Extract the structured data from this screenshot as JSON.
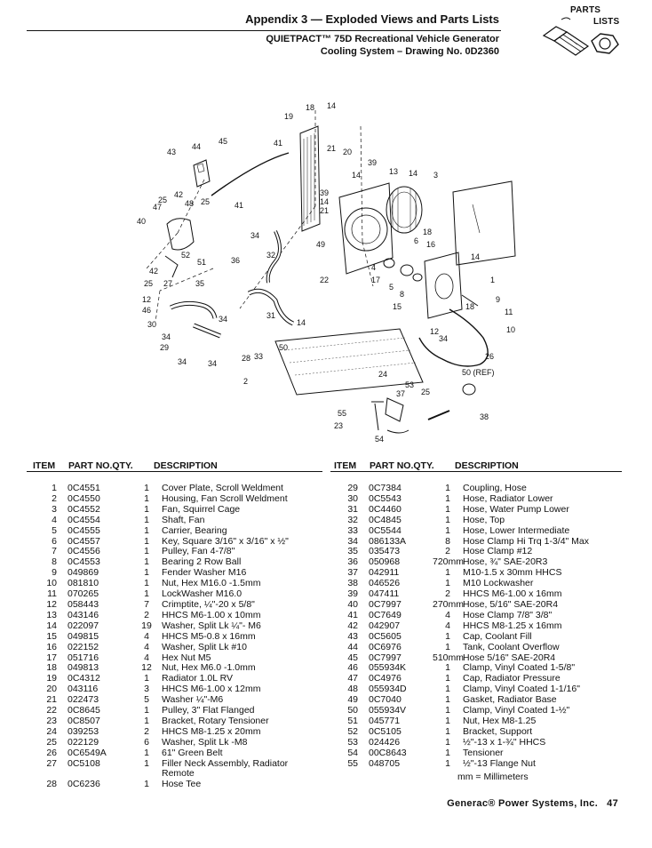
{
  "header": {
    "title": "Appendix 3 — Exploded Views and Parts Lists",
    "subtitle_line1": "QUIETPACT™ 75D Recreational Vehicle Generator",
    "subtitle_line2": "Cooling System – Drawing No. 0D2360"
  },
  "logo": {
    "line1": "PARTS",
    "line2": "LISTS"
  },
  "columns": {
    "item": "ITEM",
    "part_qty": "PART NO.QTY.",
    "description": "DESCRIPTION"
  },
  "parts_left": [
    {
      "item": "1",
      "part": "0C4551",
      "qty": "1",
      "desc": "Cover Plate, Scroll Weldment"
    },
    {
      "item": "2",
      "part": "0C4550",
      "qty": "1",
      "desc": "Housing, Fan Scroll Weldment"
    },
    {
      "item": "3",
      "part": "0C4552",
      "qty": "1",
      "desc": "Fan, Squirrel Cage"
    },
    {
      "item": "4",
      "part": "0C4554",
      "qty": "1",
      "desc": "Shaft, Fan"
    },
    {
      "item": "5",
      "part": "0C4555",
      "qty": "1",
      "desc": "Carrier, Bearing"
    },
    {
      "item": "6",
      "part": "0C4557",
      "qty": "1",
      "desc": "Key, Square 3/16\" x 3/16\" x ½\""
    },
    {
      "item": "7",
      "part": "0C4556",
      "qty": "1",
      "desc": "Pulley, Fan 4-7/8\""
    },
    {
      "item": "8",
      "part": "0C4553",
      "qty": "1",
      "desc": "Bearing 2 Row Ball"
    },
    {
      "item": "9",
      "part": "049869",
      "qty": "1",
      "desc": "Fender Washer M16"
    },
    {
      "item": "10",
      "part": "081810",
      "qty": "1",
      "desc": "Nut, Hex M16.0 -1.5mm"
    },
    {
      "item": "11",
      "part": "070265",
      "qty": "1",
      "desc": "LockWasher M16.0"
    },
    {
      "item": "12",
      "part": "058443",
      "qty": "7",
      "desc": "Crimptite, ¼\"-20 x 5/8\""
    },
    {
      "item": "13",
      "part": "043146",
      "qty": "2",
      "desc": "HHCS M6-1.00 x 10mm"
    },
    {
      "item": "14",
      "part": "022097",
      "qty": "19",
      "desc": "Washer, Split Lk ¼\"- M6"
    },
    {
      "item": "15",
      "part": "049815",
      "qty": "4",
      "desc": "HHCS M5-0.8 x 16mm"
    },
    {
      "item": "16",
      "part": "022152",
      "qty": "4",
      "desc": "Washer, Split Lk #10"
    },
    {
      "item": "17",
      "part": "051716",
      "qty": "4",
      "desc": "Hex Nut M5"
    },
    {
      "item": "18",
      "part": "049813",
      "qty": "12",
      "desc": "Nut, Hex M6.0 -1.0mm"
    },
    {
      "item": "19",
      "part": "0C4312",
      "qty": "1",
      "desc": "Radiator 1.0L RV"
    },
    {
      "item": "20",
      "part": "043116",
      "qty": "3",
      "desc": "HHCS M6-1.00 x 12mm"
    },
    {
      "item": "21",
      "part": "022473",
      "qty": "5",
      "desc": "Washer ¼\"-M6"
    },
    {
      "item": "22",
      "part": "0C8645",
      "qty": "1",
      "desc": "Pulley, 3\" Flat Flanged"
    },
    {
      "item": "23",
      "part": "0C8507",
      "qty": "1",
      "desc": "Bracket, Rotary Tensioner"
    },
    {
      "item": "24",
      "part": "039253",
      "qty": "2",
      "desc": "HHCS M8-1.25 x 20mm"
    },
    {
      "item": "25",
      "part": "022129",
      "qty": "6",
      "desc": "Washer, Split Lk -M8"
    },
    {
      "item": "26",
      "part": "0C6549A",
      "qty": "1",
      "desc": "61\" Green Belt"
    },
    {
      "item": "27",
      "part": "0C5108",
      "qty": "1",
      "desc": "Filler Neck Assembly, Radiator"
    },
    {
      "item": "",
      "part": "",
      "qty": "",
      "desc": "Remote"
    },
    {
      "item": "28",
      "part": "0C6236",
      "qty": "1",
      "desc": "Hose Tee"
    }
  ],
  "parts_right": [
    {
      "item": "29",
      "part": "0C7384",
      "qty": "1",
      "desc": "Coupling, Hose"
    },
    {
      "item": "30",
      "part": "0C5543",
      "qty": "1",
      "desc": "Hose, Radiator Lower"
    },
    {
      "item": "31",
      "part": "0C4460",
      "qty": "1",
      "desc": "Hose, Water Pump Lower"
    },
    {
      "item": "32",
      "part": "0C4845",
      "qty": "1",
      "desc": "Hose, Top"
    },
    {
      "item": "33",
      "part": "0C5544",
      "qty": "1",
      "desc": "Hose, Lower Intermediate"
    },
    {
      "item": "34",
      "part": "086133A",
      "qty": "8",
      "desc": "Hose Clamp Hi Trq 1-3/4\" Max"
    },
    {
      "item": "35",
      "part": "035473",
      "qty": "2",
      "desc": "Hose Clamp #12"
    },
    {
      "item": "36",
      "part": "050968",
      "qty": "720mm",
      "desc": "Hose, ¾\" SAE-20R3"
    },
    {
      "item": "37",
      "part": "042911",
      "qty": "1",
      "desc": "M10-1.5 x 30mm HHCS"
    },
    {
      "item": "38",
      "part": "046526",
      "qty": "1",
      "desc": "M10 Lockwasher"
    },
    {
      "item": "39",
      "part": "047411",
      "qty": "2",
      "desc": "HHCS M6-1.00 x 16mm"
    },
    {
      "item": "40",
      "part": "0C7997",
      "qty": "270mm",
      "desc": "Hose, 5/16\" SAE-20R4"
    },
    {
      "item": "41",
      "part": "0C7649",
      "qty": "4",
      "desc": "Hose Clamp 7/8\" 3/8\""
    },
    {
      "item": "42",
      "part": "042907",
      "qty": "4",
      "desc": "HHCS M8-1.25 x 16mm"
    },
    {
      "item": "43",
      "part": "0C5605",
      "qty": "1",
      "desc": "Cap, Coolant Fill"
    },
    {
      "item": "44",
      "part": "0C6976",
      "qty": "1",
      "desc": "Tank, Coolant Overflow"
    },
    {
      "item": "45",
      "part": "0C7997",
      "qty": "510mm",
      "desc": "Hose 5/16\" SAE-20R4"
    },
    {
      "item": "46",
      "part": "055934K",
      "qty": "1",
      "desc": "Clamp, Vinyl Coated 1-5/8\""
    },
    {
      "item": "47",
      "part": "0C4976",
      "qty": "1",
      "desc": "Cap, Radiator Pressure"
    },
    {
      "item": "48",
      "part": "055934D",
      "qty": "1",
      "desc": "Clamp, Vinyl Coated 1-1/16\""
    },
    {
      "item": "49",
      "part": "0C7040",
      "qty": "1",
      "desc": "Gasket, Radiator Base"
    },
    {
      "item": "50",
      "part": "055934V",
      "qty": "1",
      "desc": "Clamp, Vinyl Coated 1-½\""
    },
    {
      "item": "51",
      "part": "045771",
      "qty": "1",
      "desc": "Nut, Hex M8-1.25"
    },
    {
      "item": "52",
      "part": "0C5105",
      "qty": "1",
      "desc": "Bracket, Support"
    },
    {
      "item": "53",
      "part": "024426",
      "qty": "1",
      "desc": "½\"-13 x 1-¾\" HHCS"
    },
    {
      "item": "54",
      "part": "00C8643",
      "qty": "1",
      "desc": "Tensioner"
    },
    {
      "item": "55",
      "part": "048705",
      "qty": "1",
      "desc": "½\"-13 Flange Nut"
    }
  ],
  "diagram_callouts": [
    "18",
    "14",
    "19",
    "41",
    "21",
    "20",
    "39",
    "14",
    "13",
    "14",
    "3",
    "45",
    "43",
    "44",
    "25",
    "42",
    "47",
    "48",
    "25",
    "41",
    "39",
    "14",
    "21",
    "40",
    "34",
    "49",
    "18",
    "6",
    "16",
    "14",
    "52",
    "51",
    "36",
    "32",
    "42",
    "4",
    "17",
    "1",
    "5",
    "8",
    "9",
    "25",
    "27",
    "35",
    "12",
    "46",
    "15",
    "18",
    "11",
    "10",
    "30",
    "34",
    "34",
    "31",
    "14",
    "12",
    "34",
    "29",
    "50",
    "26",
    "34",
    "33",
    "34",
    "28",
    "2",
    "22",
    "50 (REF)",
    "24",
    "53",
    "25",
    "37",
    "55",
    "38",
    "23",
    "54"
  ],
  "footnote": "mm = Millimeters",
  "footer": {
    "company": "Generac® Power Systems, Inc.",
    "page": "47"
  }
}
